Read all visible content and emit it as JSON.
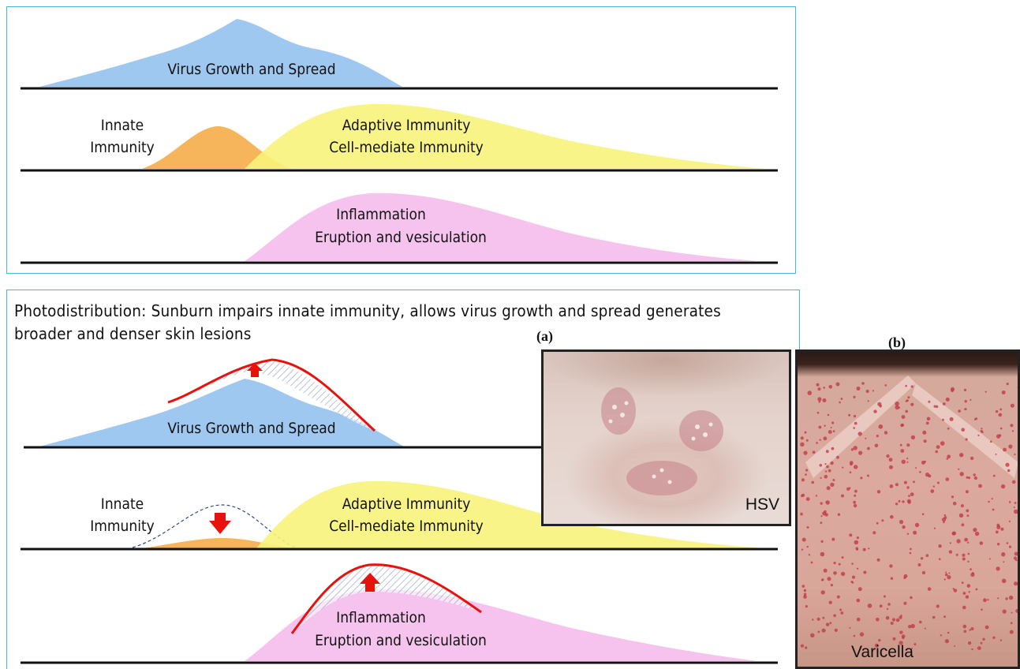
{
  "top_panel": {
    "virus_label": "Virus Growth and Spread",
    "innate_label_1": "Innate",
    "innate_label_2": "Immunity",
    "adaptive_label_1": "Adaptive Immunity",
    "adaptive_label_2": "Cell-mediate Immunity",
    "inflammation_label_1": "Inflammation",
    "inflammation_label_2": "Eruption and vesiculation"
  },
  "bottom_panel": {
    "heading_line1": "Photodistribution: Sunburn impairs innate immunity, allows virus growth and spread generates",
    "heading_line2": "broader and  denser skin lesions",
    "virus_label": "Virus Growth and Spread",
    "innate_label_1": "Innate",
    "innate_label_2": "Immunity",
    "adaptive_label_1": "Adaptive Immunity",
    "adaptive_label_2": "Cell-mediate Immunity",
    "inflammation_label_1": "Inflammation",
    "inflammation_label_2": "Eruption and vesiculation"
  },
  "photos": {
    "a_caption": "(a)",
    "a_label": "HSV",
    "b_caption": "(b)",
    "b_label": "Varicella"
  },
  "colors": {
    "virus": "#9ec8f0",
    "innate": "#f6b55a",
    "adaptive": "#f7f37a",
    "inflammation": "#f6c2ee",
    "increase_arrow": "#e8120c",
    "border": "#4cb4d8"
  }
}
